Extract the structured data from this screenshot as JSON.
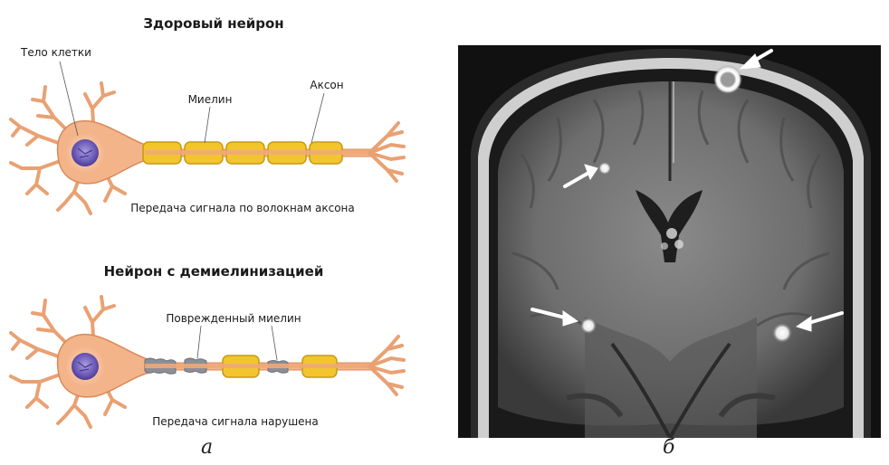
{
  "panel_a": {
    "healthy": {
      "title": "Здоровый нейрон",
      "cell_body": "Тело клетки",
      "myelin": "Миелин",
      "axon": "Аксон",
      "caption": "Передача сигнала по волокнам аксона"
    },
    "demyelinated": {
      "title": "Нейрон с демиелинизацией",
      "damaged_myelin": "Поврежденный миелин",
      "caption": "Передача сигнала нарушена"
    },
    "label": "а"
  },
  "panel_b": {
    "label": "б"
  },
  "colors": {
    "neuron_body": "#f4b48a",
    "neuron_outline": "#d9895a",
    "nucleus": "#7a6bbf",
    "myelin": "#f2c530",
    "myelin_outline": "#c79a12",
    "damaged_myelin": "#8e8e96",
    "arrow": "#ffffff"
  }
}
